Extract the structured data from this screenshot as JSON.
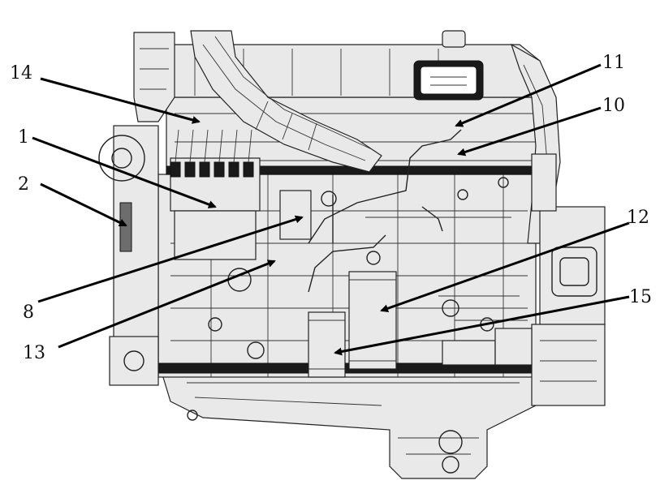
{
  "diagram": {
    "callouts": [
      {
        "id": "14",
        "label": "14"
      },
      {
        "id": "1",
        "label": "1"
      },
      {
        "id": "2",
        "label": "2"
      },
      {
        "id": "8",
        "label": "8"
      },
      {
        "id": "13",
        "label": "13"
      },
      {
        "id": "11",
        "label": "11"
      },
      {
        "id": "10",
        "label": "10"
      },
      {
        "id": "12",
        "label": "12"
      },
      {
        "id": "15",
        "label": "15"
      }
    ]
  }
}
